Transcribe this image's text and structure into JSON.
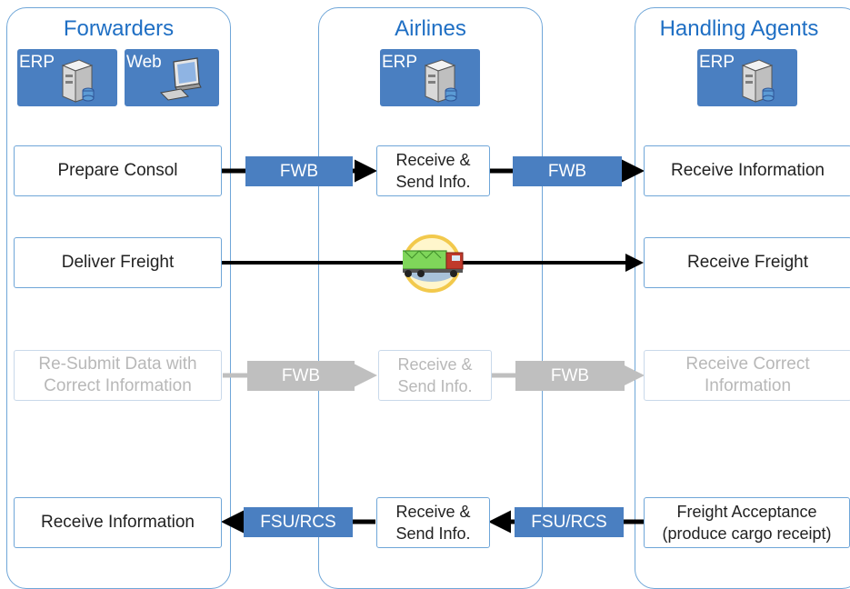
{
  "lanes": {
    "forwarders": {
      "title": "Forwarders"
    },
    "airlines": {
      "title": "Airlines"
    },
    "handling": {
      "title": "Handling  Agents"
    }
  },
  "systems": {
    "erp": "ERP",
    "web": "Web"
  },
  "rows": {
    "consol": {
      "forwarder": "Prepare Consol",
      "msg1": "FWB",
      "airline": "Receive &\nSend Info.",
      "msg2": "FWB",
      "agent": "Receive Information"
    },
    "freight": {
      "forwarder": "Deliver Freight",
      "agent": "Receive Freight",
      "truck": "truck-icon"
    },
    "resubmit": {
      "forwarder": "Re-Submit Data with\nCorrect Information",
      "msg1": "FWB",
      "airline": "Receive &\nSend Info.",
      "msg2": "FWB",
      "agent": "Receive Correct\nInformation"
    },
    "acceptance": {
      "forwarder": "Receive Information",
      "msg1": "FSU/RCS",
      "airline": "Receive &\nSend Info.",
      "msg2": "FSU/RCS",
      "agent": "Freight Acceptance\n(produce cargo receipt)"
    }
  },
  "colors": {
    "accent": "#1f6fc4",
    "message": "#4a7fc1",
    "lane_border": "#6fa6d8",
    "dimmed": "#bfbfbf"
  }
}
